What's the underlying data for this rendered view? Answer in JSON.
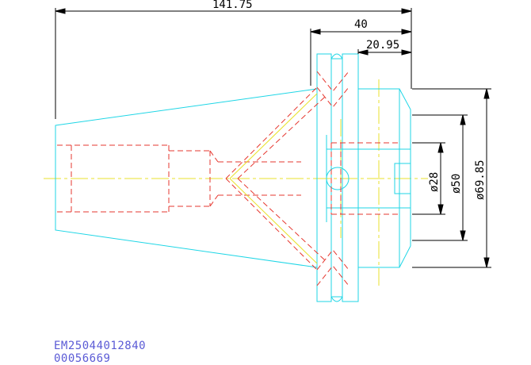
{
  "dimensions": {
    "overall_length": "141.75",
    "flange_length": "40",
    "shank_length": "20.95",
    "dia_small": "ø28",
    "dia_mid": "ø50",
    "dia_large": "ø69.85"
  },
  "codes": {
    "line1": "EM25044012840",
    "line2": "00056669"
  },
  "colors": {
    "dimension": "#000000",
    "outline": "#1fd6e6",
    "hidden": "#e6372f",
    "centerline": "#e8e22c",
    "code_text": "#5b5bd6"
  }
}
